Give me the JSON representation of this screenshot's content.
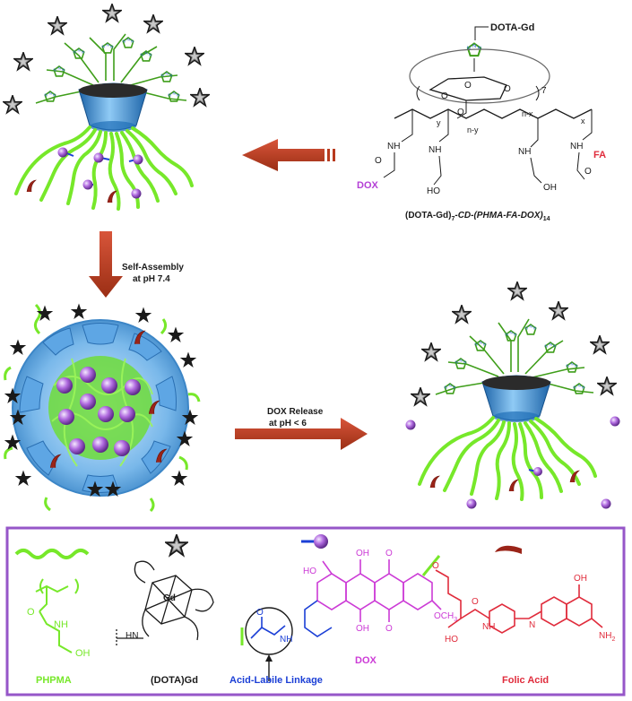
{
  "labels": {
    "conjugate_name_main": "(DOTA-Gd)",
    "conjugate_name_sub": "7",
    "conjugate_name_tail": "-CD-(PHMA-FA-DOX)",
    "conjugate_name_sub2": "14",
    "self_assembly_line1": "Self-Assembly",
    "self_assembly_line2": "at pH 7.4",
    "dox_release_line1": "DOX Release",
    "dox_release_line2": "at pH < 6"
  },
  "structure": {
    "dota_gd": "DOTA-Gd",
    "repeat_7": "7",
    "dox": "DOX",
    "fa": "FA",
    "nh_1": "NH",
    "nh_2": "NH",
    "nh_3": "NH",
    "nh_4": "NH",
    "ho_1": "HO",
    "oh_1": "OH",
    "o_1": "O",
    "o_2": "O",
    "o_3": "O",
    "o_4": "O",
    "o_5": "O",
    "o_6": "O",
    "y_1": "y",
    "n_minus_y": "n-y",
    "n_minus_x": "n-x",
    "x_1": "x"
  },
  "legend": {
    "phpma": "PHPMA",
    "dota_gd": "(DOTA)Gd",
    "linkage": "Acid-Labile Linkage",
    "dox": "DOX",
    "folic_acid": "Folic Acid",
    "chem_nh": "NH",
    "chem_oh": "OH",
    "chem_hn": "HN",
    "chem_gd": "Gd",
    "chem_och3": "OCH",
    "chem_3": "3",
    "chem_nh2": "NH",
    "chem_2": "2",
    "chem_ho": "HO",
    "chem_n": "N",
    "chem_o": "O"
  },
  "colors": {
    "polymer_green": "#77e82a",
    "triazole_green": "#3f9e1a",
    "arrow_red": "#b83a1e",
    "cd_blue": "#2f8fd8",
    "dox_purple": "#b06adf",
    "linkage_blue": "#1b3fd6",
    "dox_magenta": "#cc3bd6",
    "folic_red": "#e02c3c",
    "legend_border": "#9656c8",
    "star_grey": "#8a8a8a",
    "star_black": "#1a1a1a"
  }
}
